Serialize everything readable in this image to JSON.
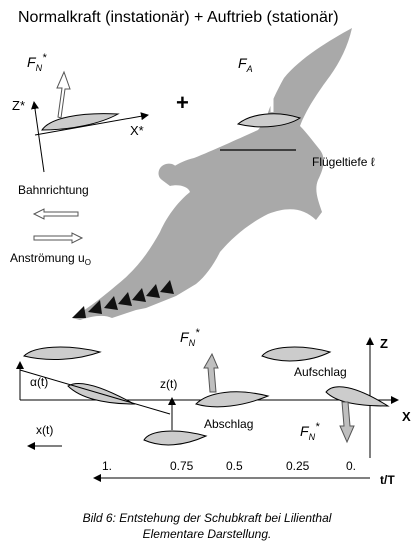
{
  "title": "Normalkraft (instationär) + Auftrieb (stationär)",
  "labels": {
    "fn_top": "F",
    "fn_top_sub": "N",
    "fn_top_sup": "*",
    "z_star": "Z*",
    "x_star": "X*",
    "plus": "+",
    "fa": "F",
    "fa_sub": "A",
    "chord": "Flügeltiefe ℓ",
    "bahnrichtung": "Bahnrichtung",
    "anstroemung": "Anströmung u",
    "anstroemung_sub": "O",
    "fn_mid": "F",
    "fn_mid_sub": "N",
    "fn_mid_sup": "*",
    "z_axis": "Z",
    "z_t": "z(t)",
    "alpha_t": "α(t)",
    "aufschlag": "Aufschlag",
    "abschlag": "Abschlag",
    "x_axis": "X",
    "fn_low": "F",
    "fn_low_sub": "N",
    "fn_low_sup": "*",
    "x_t": "x(t)",
    "tT": "t/T"
  },
  "time_ticks": [
    "1.",
    "0.75",
    "0.5",
    "0.25",
    "0."
  ],
  "caption": {
    "line1": "Bild 6: Entstehung der Schubkraft bei Lilienthal",
    "line2": "Elementare Darstellung."
  },
  "colors": {
    "bird": "#a9a9a9",
    "foil": "#cccccc",
    "dark": "#111111"
  }
}
